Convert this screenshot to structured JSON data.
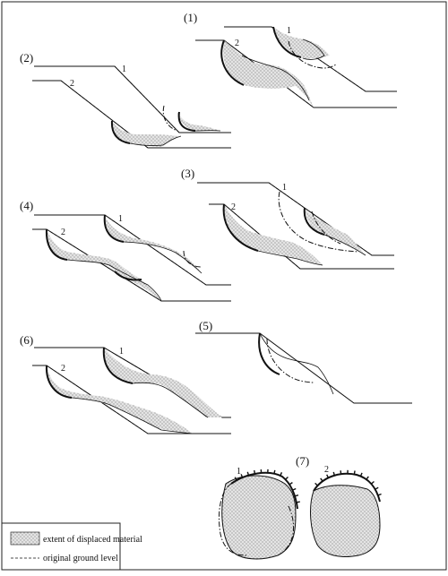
{
  "panels": [
    {
      "id": "1",
      "label": "(1)",
      "curves": [
        "1",
        "2"
      ]
    },
    {
      "id": "2",
      "label": "(2)",
      "curves": [
        "1",
        "2"
      ]
    },
    {
      "id": "3",
      "label": "(3)",
      "curves": [
        "1",
        "2"
      ]
    },
    {
      "id": "4",
      "label": "(4)",
      "curves": [
        "1",
        "2"
      ]
    },
    {
      "id": "5",
      "label": "(5)",
      "curves": []
    },
    {
      "id": "6",
      "label": "(6)",
      "curves": [
        "1",
        "2"
      ]
    },
    {
      "id": "7",
      "label": "(7)",
      "curves": [
        "1",
        "2"
      ]
    }
  ],
  "legend": {
    "displaced_material": "extent of displaced material",
    "original_ground": "original ground level"
  },
  "colors": {
    "line": "#111111",
    "stipple_dot": "#555555",
    "stipple_bg": "#e4e4e4",
    "border": "#222222"
  }
}
